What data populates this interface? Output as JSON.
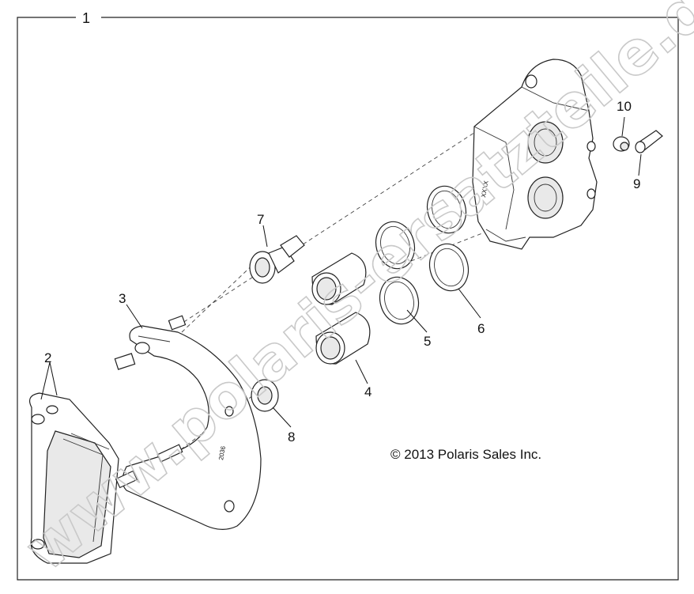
{
  "diagram": {
    "frame_number": "1",
    "copyright": "© 2013 Polaris Sales Inc.",
    "watermark": "www.polaris-ersatzteile.de",
    "callouts": {
      "c2": "2",
      "c3": "3",
      "c4": "4",
      "c5": "5",
      "c6": "6",
      "c7": "7",
      "c8": "8",
      "c9": "9",
      "c10": "10"
    },
    "bracket_stamp": "2036",
    "caliper_stamp": "XXXX"
  }
}
